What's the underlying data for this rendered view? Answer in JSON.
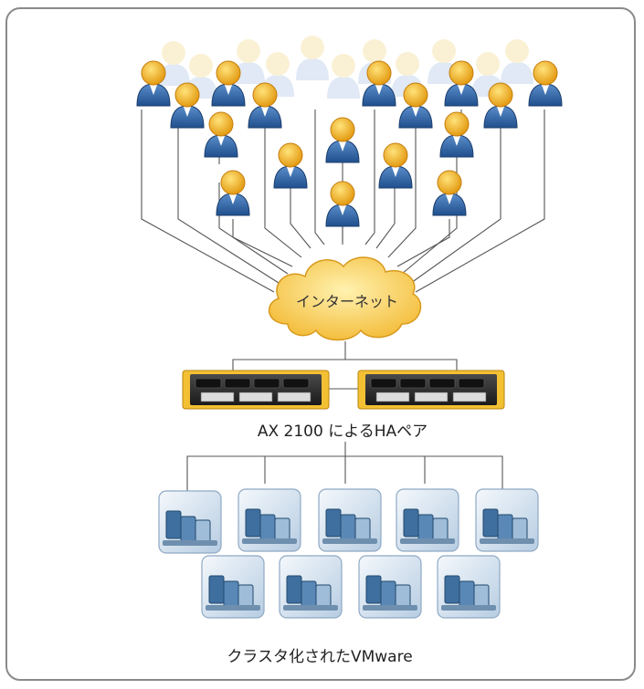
{
  "diagram": {
    "cloud_label": "インターネット",
    "ha_label": "AX 2100 によるHAペア",
    "vm_label": "クラスタ化されたVMware"
  },
  "colors": {
    "border": "#8a8a8a",
    "user_head": "#f2b630",
    "user_body": "#2f66a8",
    "cloud": "#f6c44c",
    "device_body": "#2a2a2a",
    "device_accent": "#f3c034",
    "vm_box": "#cfe0ef"
  },
  "icons": [
    "user-icon",
    "cloud-icon",
    "load-balancer-icon",
    "vm-server-icon"
  ]
}
